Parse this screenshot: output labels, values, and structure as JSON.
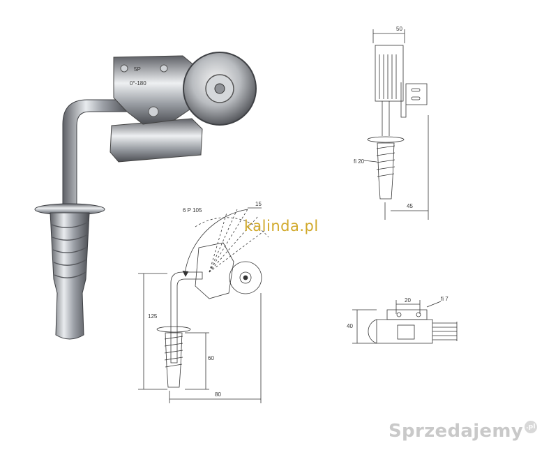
{
  "photo": {
    "stamp_top": "5P",
    "stamp_bottom": "0°-180"
  },
  "drawing": {
    "front_view": {
      "width_dim": "50",
      "bottom_dim": "45",
      "diameter_label": "fi 20"
    },
    "side_view": {
      "angle_label": "6 P 105",
      "top_dim": "15",
      "height_dim": "125",
      "thread_dim": "60",
      "width_dim": "80"
    },
    "top_view": {
      "spacing_dim": "20",
      "hole_label": "fi 7",
      "height_dim": "40"
    }
  },
  "watermark": {
    "site": "kalinda.pl",
    "brand": "Sprzedajemy",
    "brand_suffix": ".pl"
  }
}
